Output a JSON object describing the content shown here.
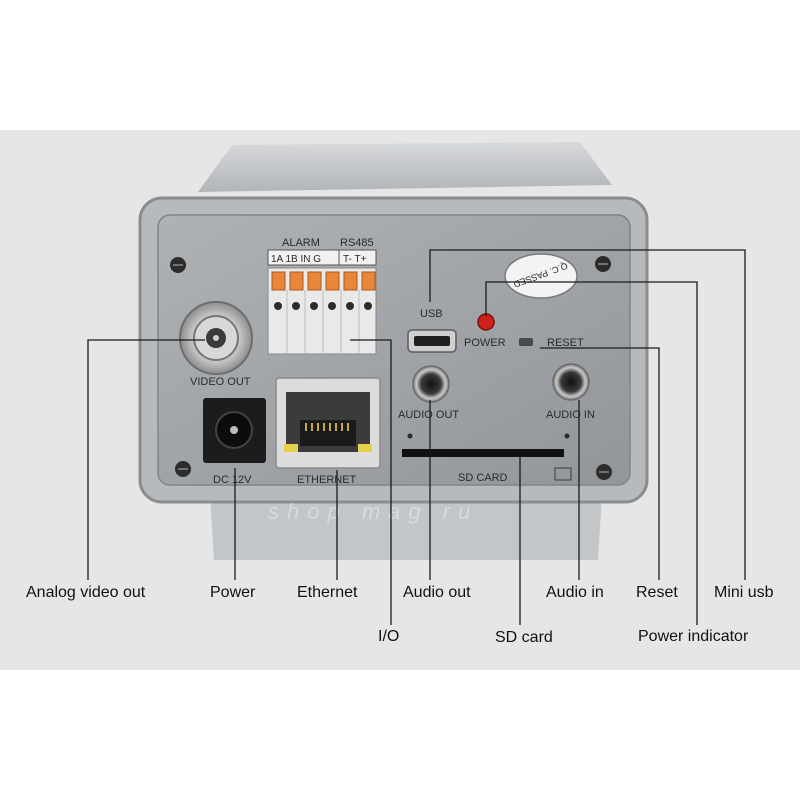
{
  "panel_labels": {
    "alarm": "ALARM",
    "rs485": "RS485",
    "alarm_pins": "1A 1B IN G",
    "rs485_pins": "T- T+",
    "video_out": "VIDEO OUT",
    "usb": "USB",
    "power": "POWER",
    "reset": "RESET",
    "audio_out": "AUDIO OUT",
    "audio_in": "AUDIO IN",
    "sd_card": "SD CARD",
    "dc_12v": "DC 12V",
    "ethernet": "ETHERNET",
    "qc_sticker": "Q.C. PASSED",
    "watermark": "shop mag ru"
  },
  "callouts": {
    "analog_video_out": "Analog video out",
    "power": "Power",
    "ethernet": "Ethernet",
    "audio_out": "Audio out",
    "audio_in": "Audio in",
    "reset": "Reset",
    "mini_usb": "Mini usb",
    "io": "I/O",
    "sd_card": "SD card",
    "power_indicator": "Power indicator"
  },
  "colors": {
    "background": "#ffffff",
    "backdrop": "#e6e6e6",
    "housing": "#b9bcbf",
    "panel": "#9ea2a6",
    "terminal_orange": "#e8873a",
    "led_red": "#d0201c",
    "leader_line": "#1a1a1a"
  }
}
